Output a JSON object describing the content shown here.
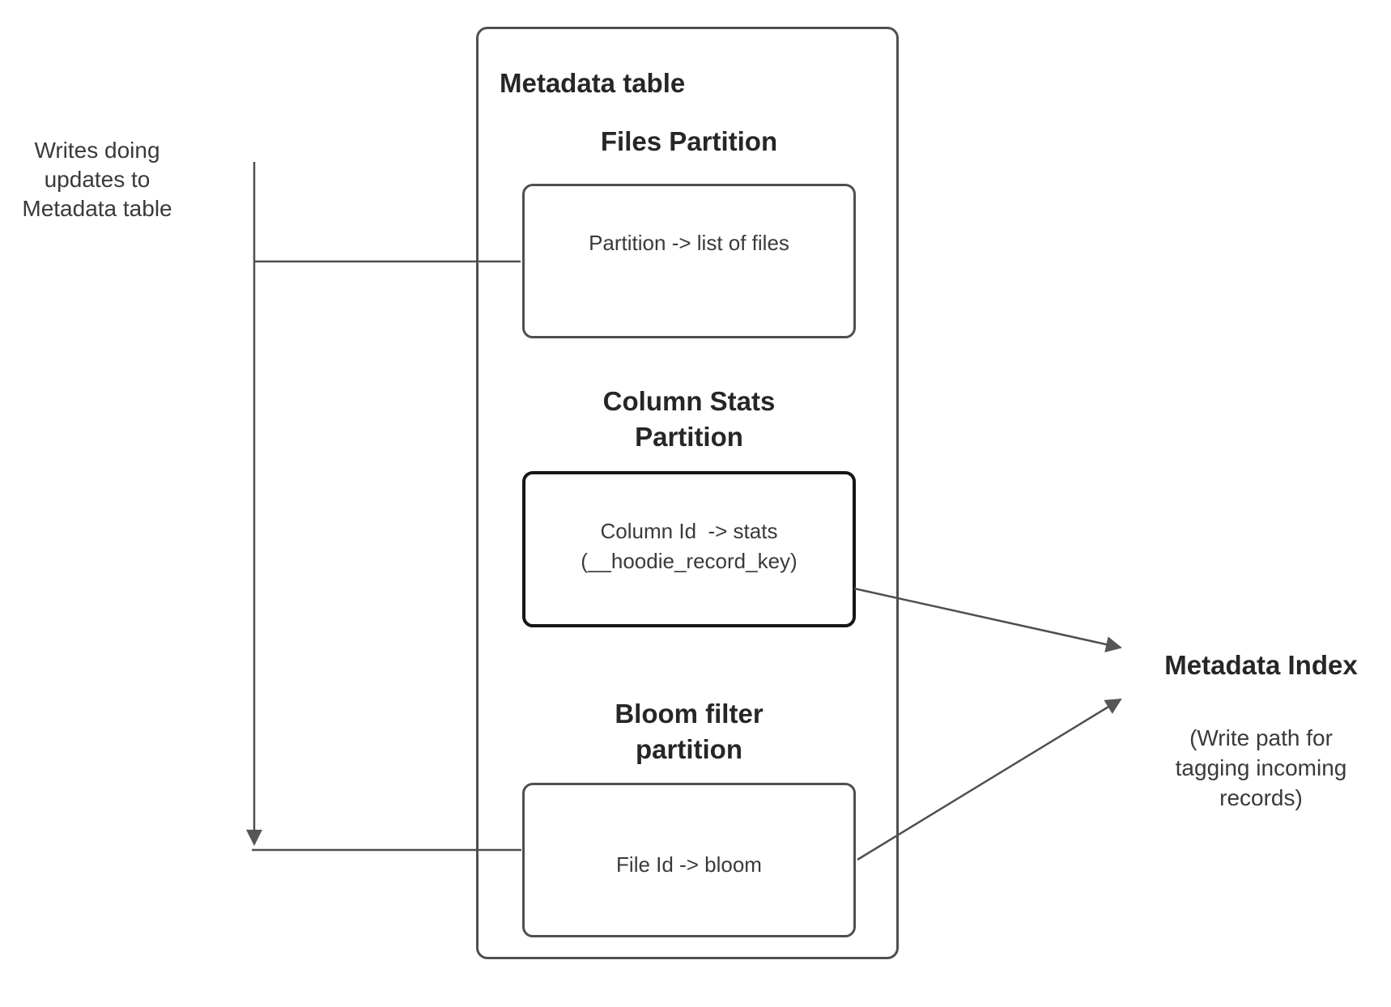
{
  "colors": {
    "stroke": "#4f4f4f",
    "stroke_dark": "#161616",
    "arrow_fill": "#565656",
    "heading_text": "#262626",
    "body_text": "#3a3a3a",
    "background": "#ffffff"
  },
  "left_note": {
    "text": "Writes doing\nupdates to\nMetadata table"
  },
  "container": {
    "title": "Metadata table"
  },
  "sections": [
    {
      "heading": "Files Partition",
      "box_text": "Partition -> list of files",
      "emphasis": false
    },
    {
      "heading": "Column Stats\nPartition",
      "box_text": "Column Id  -> stats\n(__hoodie_record_key)",
      "emphasis": true
    },
    {
      "heading": "Bloom filter\npartition",
      "box_text": "File Id -> bloom",
      "emphasis": false
    }
  ],
  "index_label": {
    "title": "Metadata Index",
    "subtitle": "(Write path for\ntagging incoming\nrecords)"
  },
  "connectors": {
    "writes_down_arrow": "vertical line with down arrowhead from writes note to bottom branch",
    "writes_branch_files": "horizontal branch into Files Partition box",
    "writes_branch_bloom": "horizontal branch into Bloom filter box",
    "stats_to_index_arrow": "arrow from Column Stats box to Metadata Index",
    "bloom_to_index_arrow": "arrow from Bloom filter box to Metadata Index"
  }
}
